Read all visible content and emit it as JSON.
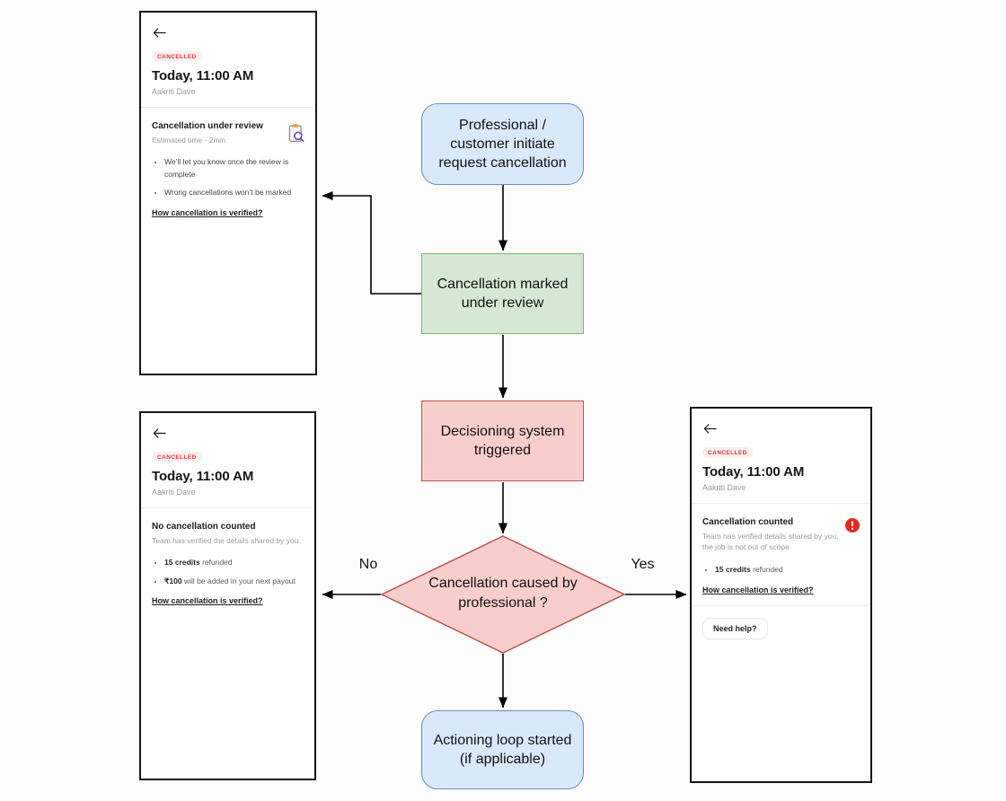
{
  "colors": {
    "node_blue_fill": "#dae8fc",
    "node_blue_border": "#6c8ebf",
    "node_green_fill": "#d5e8d4",
    "node_green_border": "#82b366",
    "node_red_fill": "#f8cecc",
    "node_red_border": "#b85450",
    "badge_red": "#e23744",
    "line_color": "#000000"
  },
  "flow": {
    "start_label": "Professional /\ncustomer initiate\nrequest cancellation",
    "marked_label": "Cancellation marked\nunder review",
    "system_label": "Decisioning system\ntriggered",
    "decision_label": "Cancellation caused by\nprofessional ?",
    "no_label": "No",
    "yes_label": "Yes",
    "action_label": "Actioning loop started\n(if applicable)"
  },
  "screen_review": {
    "status_badge": "CANCELLED",
    "title": "Today, 11:00 AM",
    "person": "Aakriti Dave",
    "section_title": "Cancellation under review",
    "estimate": "Estimated time - 2min",
    "bullets": [
      "We’ll let you know once the review is complete",
      "Wrong cancellations won’t be marked"
    ],
    "link": "How cancellation is verified?"
  },
  "screen_refund": {
    "status_badge": "CANCELLED",
    "title": "Today, 11:00 AM",
    "person": "Aakriti Dave",
    "section_title": "No cancellation counted",
    "section_sub": "Team has verified the details shared by you",
    "bullets": [
      {
        "bold": "15 credits",
        "rest": " refunded"
      },
      {
        "bold": "₹100",
        "rest": " will be added in your next payout"
      }
    ],
    "link": "How cancellation is verified?"
  },
  "screen_counted": {
    "status_badge": "CANCELLED",
    "title": "Today, 11:00 AM",
    "person": "Aakriti Dave",
    "section_title": "Cancellation counted",
    "section_sub": "Team has verified details shared by you, the job is not out of scope",
    "bullets": [
      {
        "bold": "15 credits",
        "rest": " refunded"
      }
    ],
    "link": "How cancellation is verified?",
    "help_button": "Need help?"
  }
}
